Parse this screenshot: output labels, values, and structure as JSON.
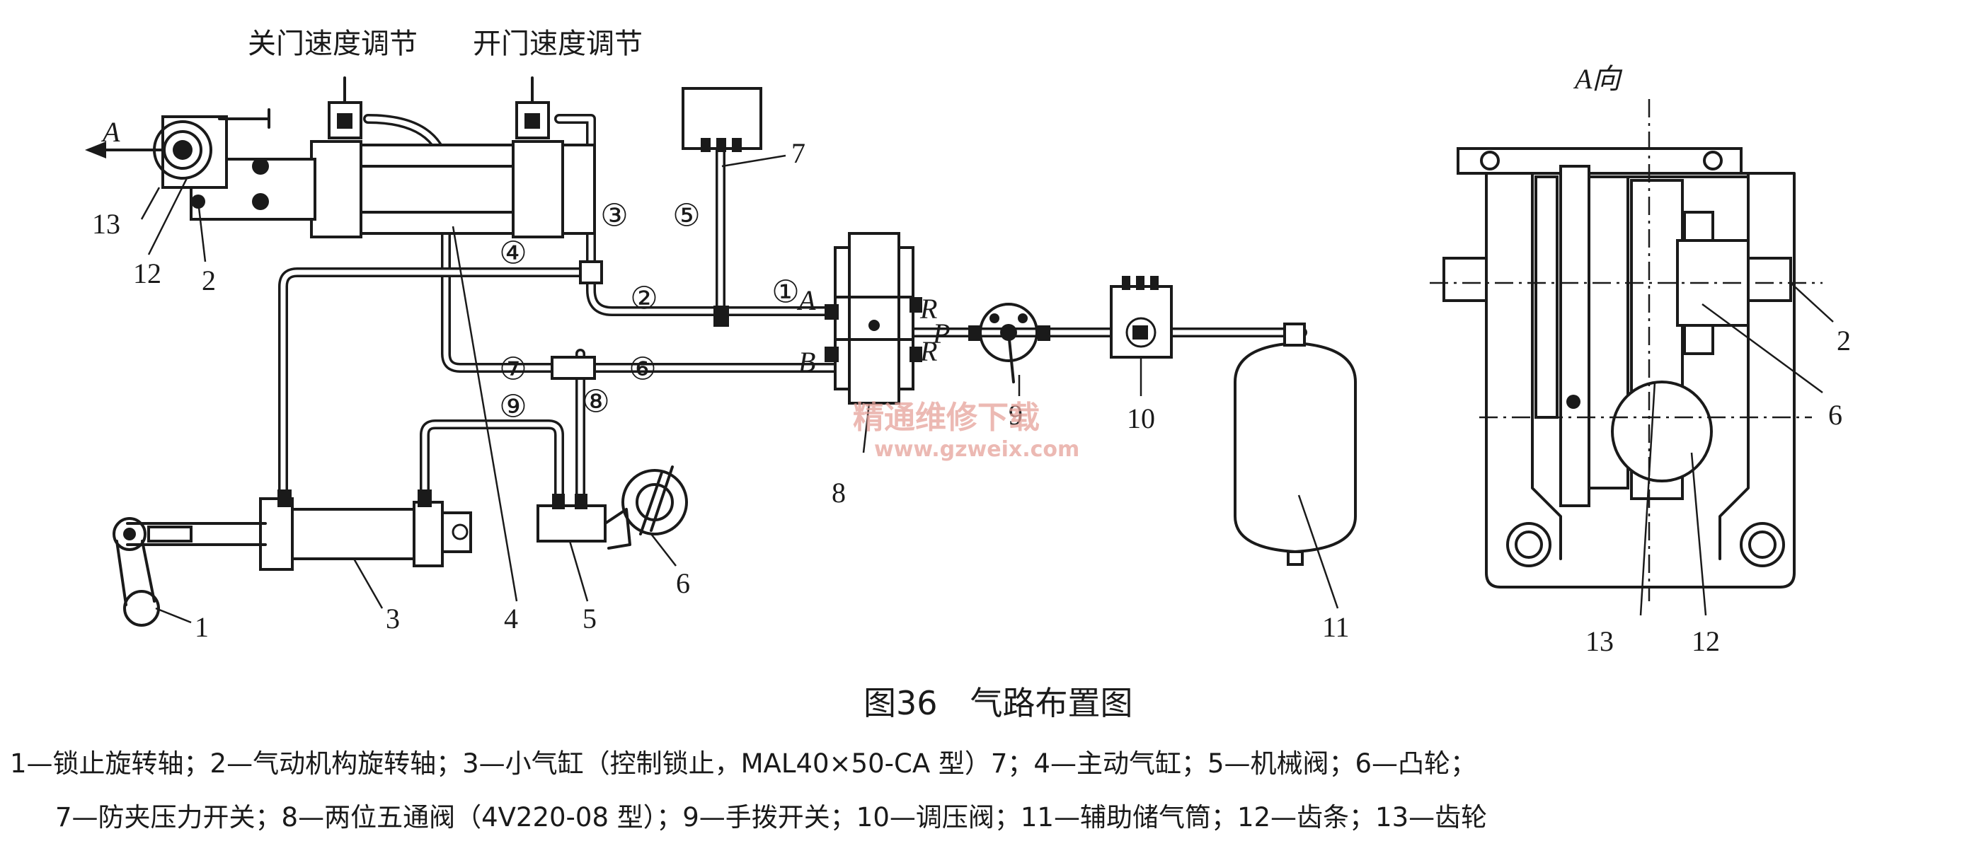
{
  "top_labels": {
    "close_speed": "关门速度调节",
    "open_speed": "开门速度调节"
  },
  "view_arrow": "A",
  "view_title": "A向",
  "ports": {
    "A": "A",
    "B": "B",
    "P": "P",
    "R1": "R",
    "R2": "R"
  },
  "pipes": [
    "①",
    "②",
    "③",
    "④",
    "⑤",
    "⑥",
    "⑦",
    "⑧",
    "⑨"
  ],
  "parts": {
    "p1": "1",
    "p2": "2",
    "p3": "3",
    "p4": "4",
    "p5": "5",
    "p6": "6",
    "p7": "7",
    "p8": "8",
    "p9": "9",
    "p10": "10",
    "p11": "11",
    "p12": "12",
    "p13": "13"
  },
  "view_parts": {
    "v2": "2",
    "v6": "6",
    "v12": "12",
    "v13": "13"
  },
  "watermark": {
    "main": "精通维修下载",
    "url": "www.gzweix.com"
  },
  "caption": {
    "title": "图36　气路布置图",
    "line1": "1—锁止旋转轴；2—气动机构旋转轴；3—小气缸（控制锁止，MAL40×50-CA 型）7；4—主动气缸；5—机械阀；6—凸轮；",
    "line2": "7—防夹压力开关；8—两位五通阀（4V220-08 型）；9—手拨开关；10—调压阀；11—辅助储气筒；12—齿条；13—齿轮"
  }
}
